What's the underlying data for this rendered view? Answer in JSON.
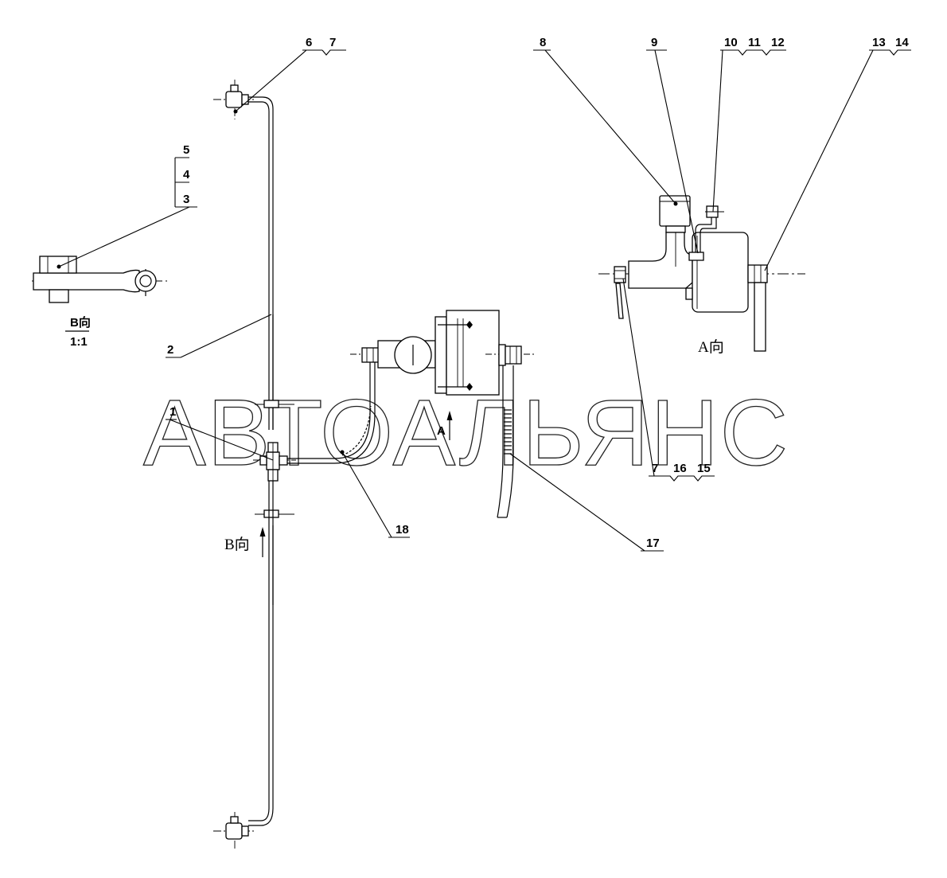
{
  "watermark": "АВТОАЛЬЯНС",
  "callouts": {
    "c1": "1",
    "c2": "2",
    "c3": "3",
    "c4": "4",
    "c5": "5",
    "c6": "6",
    "c7a": "7",
    "c8": "8",
    "c9": "9",
    "c10": "10",
    "c11": "11",
    "c12": "12",
    "c13": "13",
    "c14": "14",
    "c7b": "7",
    "c16": "16",
    "c15": "15",
    "c17": "17",
    "c18": "18"
  },
  "views": {
    "section_b": "B向",
    "section_b_scale": "1:1",
    "view_a_arrow": "A",
    "view_a_title": "A向",
    "view_b_arrow": "B向"
  },
  "colors": {
    "line": "#000000",
    "background": "#ffffff"
  }
}
